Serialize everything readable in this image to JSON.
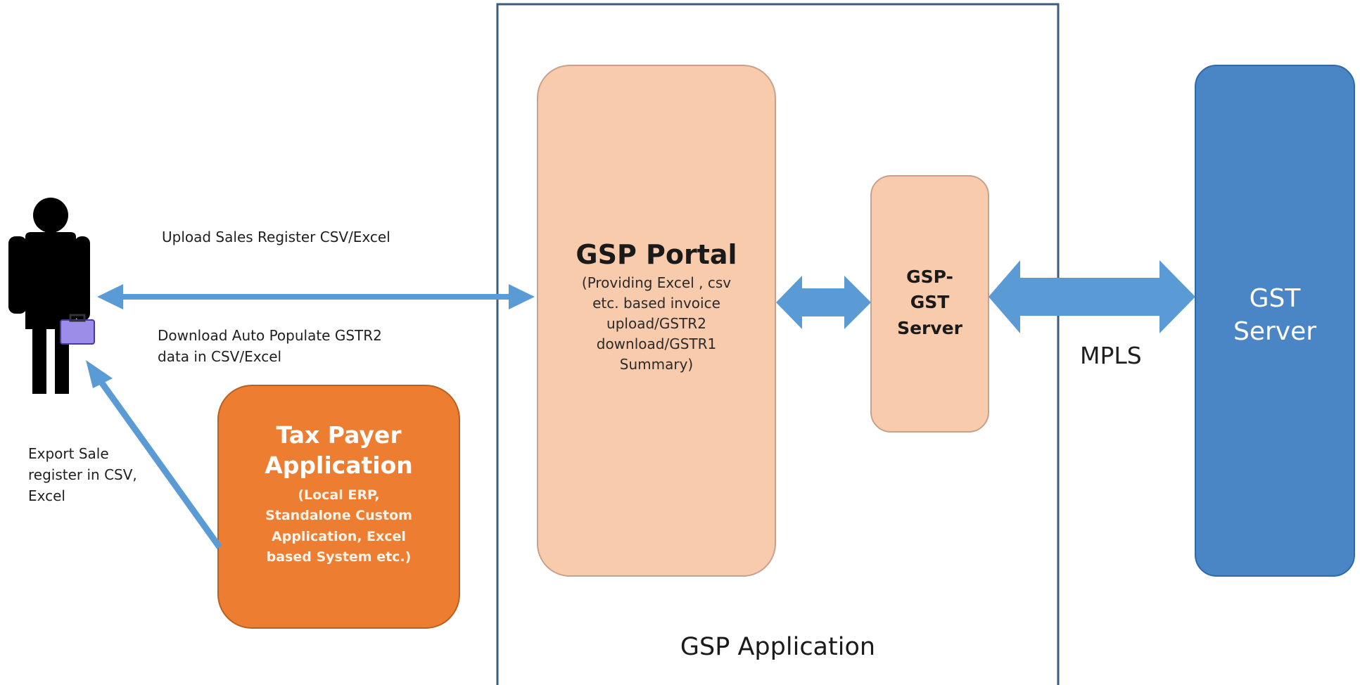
{
  "diagram": {
    "gsp_application_label": "GSP Application",
    "gsp_portal": {
      "title": "GSP Portal",
      "lines": [
        "(Providing Excel , csv",
        "etc. based invoice",
        "upload/GSTR2",
        "download/GSTR1",
        "Summary)"
      ]
    },
    "gsp_gst_server": {
      "lines": [
        "GSP-",
        "GST",
        "Server"
      ]
    },
    "gst_server": {
      "lines": [
        "GST",
        "Server"
      ]
    },
    "taxpayer_app": {
      "title_lines": [
        "Tax Payer",
        "Application"
      ],
      "sub_lines": [
        "(Local ERP,",
        "Standalone Custom",
        "Application, Excel",
        "based System etc.)"
      ]
    },
    "labels": {
      "upload": "Upload Sales Register CSV/Excel",
      "download_lines": [
        "Download Auto Populate GSTR2",
        "data in CSV/Excel"
      ],
      "export_lines": [
        "Export Sale",
        "register in CSV,",
        "Excel"
      ],
      "mpls": "MPLS"
    },
    "colors": {
      "peach": "#f8cbad",
      "orange": "#ed7d31",
      "blue": "#4a86c6",
      "arrow_blue": "#5b9bd5",
      "frame": "#3d5a80"
    },
    "icons": [
      "person-with-briefcase-icon"
    ]
  }
}
